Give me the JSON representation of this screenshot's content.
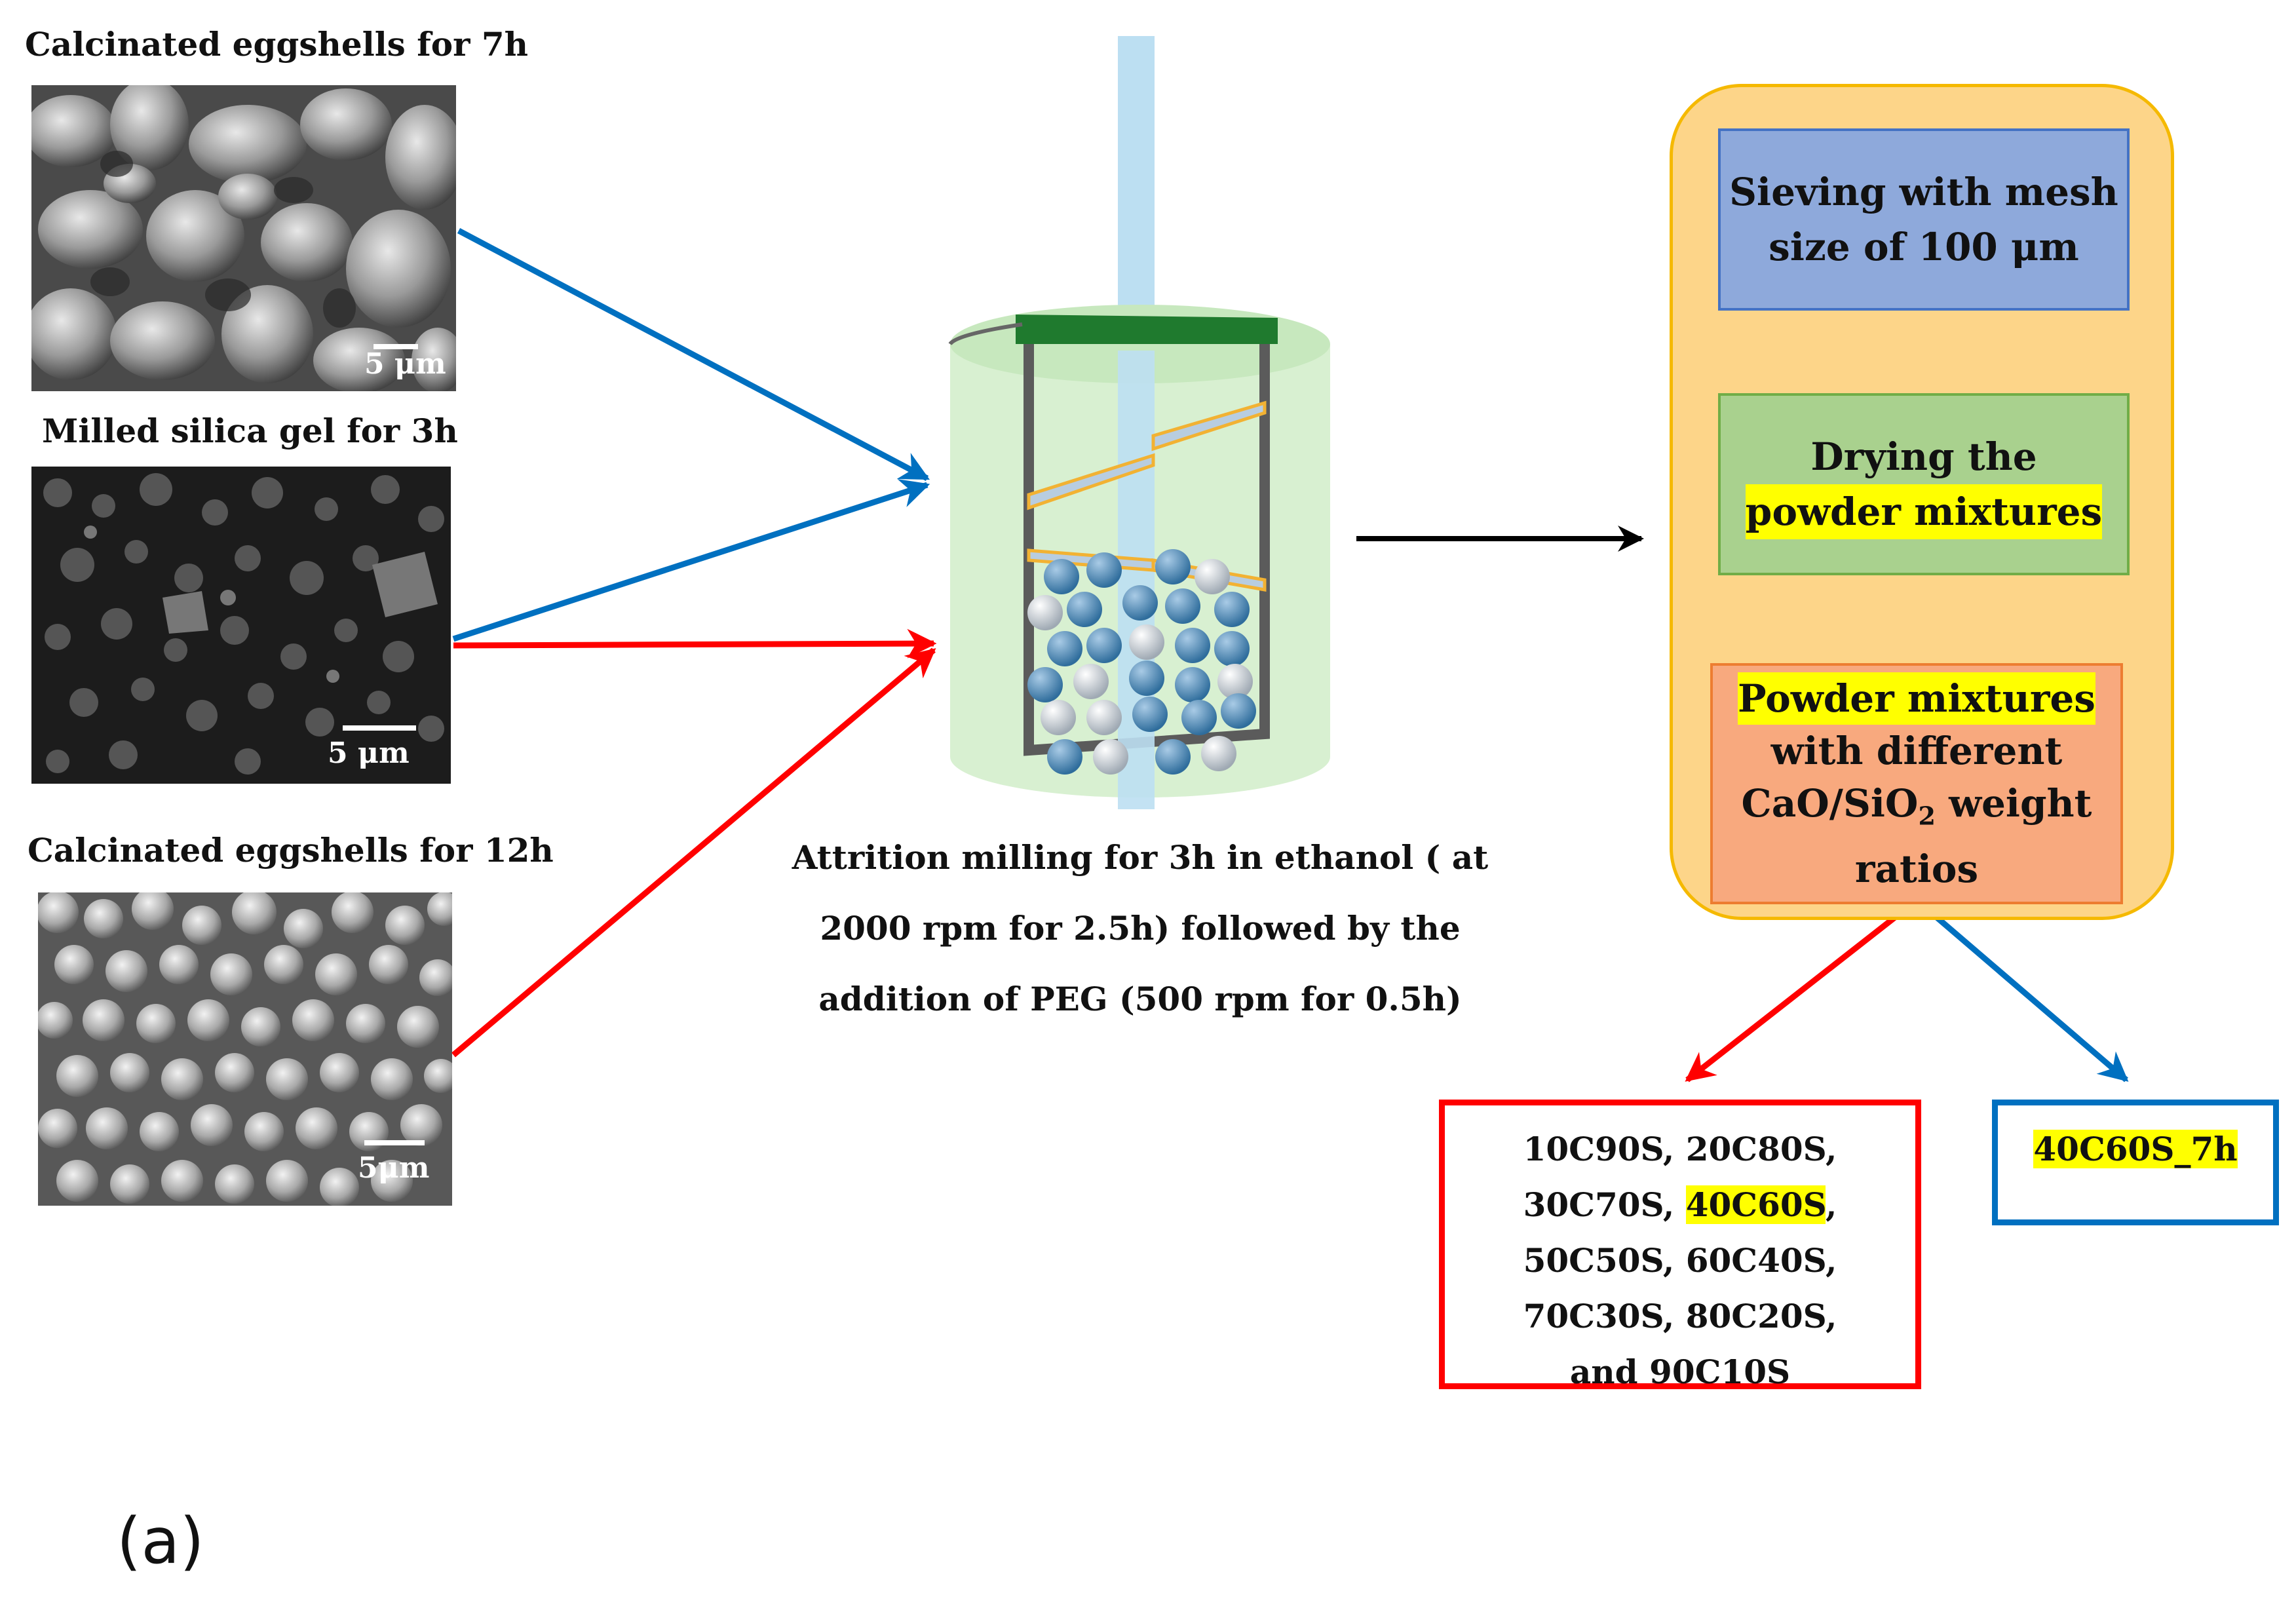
{
  "images": [
    {
      "label": "Calcinated eggshells for 7h",
      "scale": "5 μm"
    },
    {
      "label": "Milled silica gel for 3h",
      "scale": "5 μm"
    },
    {
      "label": "Calcinated eggshells for 12h",
      "scale": "5μm"
    }
  ],
  "caption_lines": [
    "Attrition milling for 3h in ethanol ( at",
    "2000 rpm for 2.5h) followed by the",
    "addition of PEG (500 rpm for 0.5h)"
  ],
  "steps": {
    "sieving": {
      "text": "Sieving with mesh size of 100 μm",
      "color": "#8ea9db"
    },
    "drying": {
      "prefix": "Drying the",
      "highlight": "powder mixtures",
      "color": "#a9d18e"
    },
    "mixtures": {
      "highlight": "Powder mixtures",
      "line2": "with different",
      "line3_pre": "CaO/SiO",
      "sub": "2",
      "line3_post": " weight",
      "line4": "ratios",
      "color": "#f8a97e"
    }
  },
  "results": {
    "red": {
      "pre": "10C90S, 20C80S, 30C70S,",
      "highlight": "40C60S",
      "post": ", 50C50S, 60C40S, 70C30S, 80C20S, and 90C10S",
      "color": "#ff0000"
    },
    "blue": {
      "highlight": "40C60S_7h",
      "color": "#0070c0"
    }
  },
  "arrow_colors": {
    "blue": "#0070c0",
    "red": "#ff0000",
    "black": "#000000"
  },
  "figure_label": "(a)"
}
